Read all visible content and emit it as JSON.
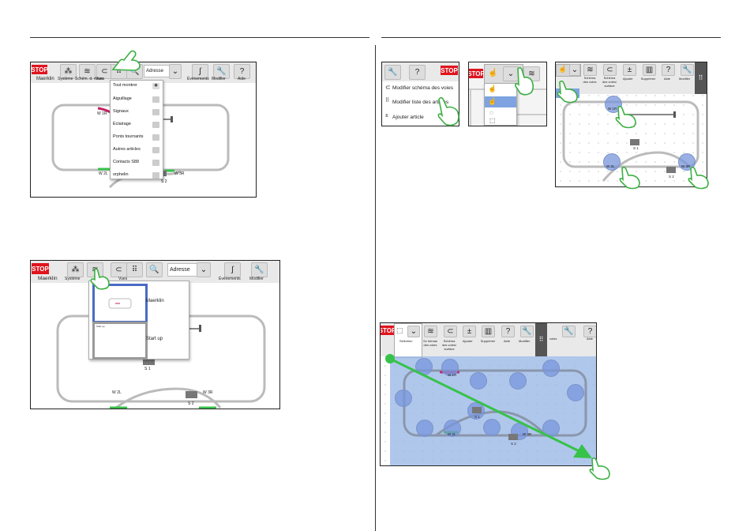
{
  "toolbar": {
    "stop": "STOP",
    "systeme": "Système",
    "schema_voies": "Schém. d. voies",
    "vues": "Vues",
    "rechercher": "Rechercher",
    "adresse": "Adresse",
    "evenements": "Événements",
    "modifier": "Modifier",
    "aide": "Aide",
    "maerklin_tab": "Maerklin"
  },
  "panel1": {
    "filter_menu": [
      {
        "label": "Tout montrer"
      },
      {
        "label": "Aiguillage"
      },
      {
        "label": "Signaux"
      },
      {
        "label": "Éclairage"
      },
      {
        "label": "Ponts tournants"
      },
      {
        "label": "Autres articles"
      },
      {
        "label": "Contacts S88"
      },
      {
        "label": "orphelin"
      }
    ],
    "labels": {
      "w1r": "W 1R",
      "w2l": "W 2L",
      "w3r": "W 3R",
      "s2": "S 2"
    }
  },
  "panel2": {
    "layouts": [
      {
        "label": "Maerklin"
      },
      {
        "label": "Start up"
      }
    ],
    "thumb_start": "Start up",
    "labels": {
      "s1": "S 1",
      "w2l": "W 2L",
      "w3r": "W 3R",
      "s2": "S 2"
    }
  },
  "panel3": {
    "menu": [
      {
        "label": "Modifier schéma des voies"
      },
      {
        "label": "Modifier liste des articles"
      },
      {
        "label": "Ajouter article"
      }
    ]
  },
  "panel5": {
    "toolbar": {
      "schema_voies": "Schéma des voies",
      "schema_surface": "Schéma des voies/ surface",
      "ajouter": "Ajouter",
      "supprimer": "Supprimer",
      "aide": "Aide",
      "modifier": "Modifier"
    },
    "labels": {
      "w1r": "W 1R",
      "s1": "S 1",
      "w2l": "W 2L",
      "w3r": "W 3R",
      "s2": "S 2"
    }
  },
  "panel6": {
    "toolbar": {
      "selection": "Sélection",
      "sch_voies": "Sc hémas des voies",
      "schema_surface": "Schéma des voies/ surface",
      "ajouter": "Ajouter",
      "supprimer": "Supprimer",
      "aide": "Aide",
      "modifier": "Modifier",
      "voies": "voies",
      "aide2": "Aide"
    },
    "labels": {
      "w1r": "W 1R",
      "s1": "S 1",
      "w2l": "W 2L",
      "w3r": "W 3R",
      "s2": "S 2"
    }
  }
}
